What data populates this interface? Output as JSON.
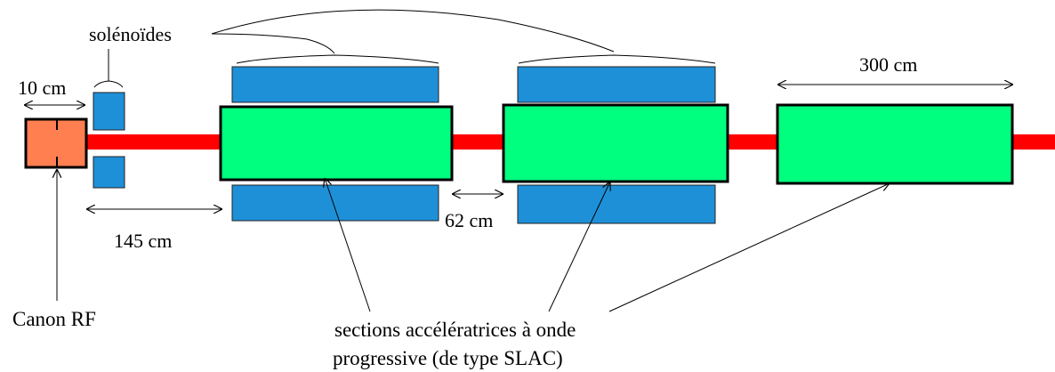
{
  "labels": {
    "solenoids": "solénoïdes",
    "gun_width": "10 cm",
    "gun_to_section": "145 cm",
    "section_gap": "62 cm",
    "section_length": "300 cm",
    "rf_gun": "Canon RF",
    "sections_line1": "sections accélératrices à onde",
    "sections_line2": "progressive (de type SLAC)"
  },
  "colors": {
    "beam_pipe": "#ff0000",
    "rf_gun": "#ff7f50",
    "accelerating_section": "#00ff7f",
    "solenoid": "#1e90d8",
    "line": "#000000"
  }
}
